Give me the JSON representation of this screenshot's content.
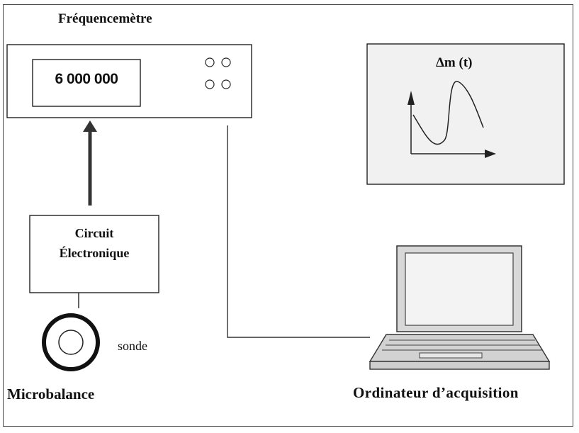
{
  "frequency_meter": {
    "title": "Fréquencemètre",
    "display_value": "6 000 000"
  },
  "electronic_circuit": {
    "line1": "Circuit",
    "line2": "Électronique"
  },
  "probe": {
    "label": "sonde"
  },
  "microbalance": {
    "label": "Microbalance"
  },
  "computer": {
    "label": "Ordinateur d’acquisition"
  },
  "graph": {
    "label": "Δm (t)"
  }
}
